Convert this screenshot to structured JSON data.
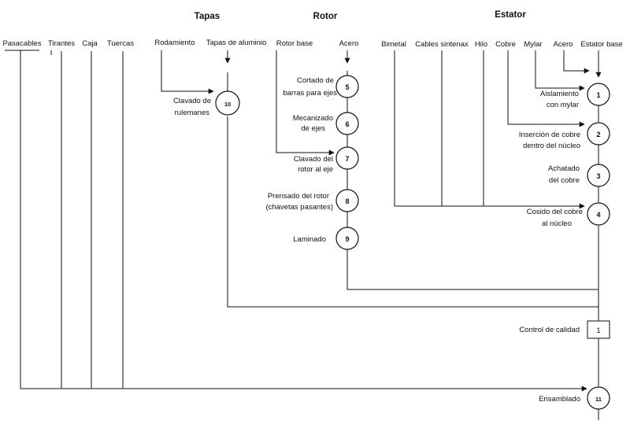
{
  "groups": {
    "tapas": "Tapas",
    "rotor": "Rotor",
    "estator": "Estator"
  },
  "materials": {
    "pasacables": "Pasacables",
    "tirantes": "Tirantes",
    "caja": "Caja",
    "tuercas": "Tuercas",
    "rodamiento": "Rodamiento",
    "tapas_aluminio": "Tapas de aluminio",
    "rotor_base": "Rotor base",
    "acero_rotor": "Acero",
    "bimetal": "Bimetal",
    "cables_sintenax": "Cables sintenax",
    "hilo": "Hilo",
    "cobre": "Cobre",
    "mylar": "Mylar",
    "acero_estator": "Acero",
    "estator_base": "Estator base"
  },
  "operations": {
    "op1": {
      "num": "1",
      "line1": "Aislamiento",
      "line2": "con mylar"
    },
    "op2": {
      "num": "2",
      "line1": "Inserción de cobre",
      "line2": "dentro del núcleo"
    },
    "op3": {
      "num": "3",
      "line1": "Achatado",
      "line2": "del cobre"
    },
    "op4": {
      "num": "4",
      "line1": "Cosido del cobre",
      "line2": "al núcleo"
    },
    "op5": {
      "num": "5",
      "line1": "Cortado de",
      "line2": "barras para ejes"
    },
    "op6": {
      "num": "6",
      "line1": "Mecanizado",
      "line2": "de ejes"
    },
    "op7": {
      "num": "7",
      "line1": "Clavado del",
      "line2": "rotor al eje"
    },
    "op8": {
      "num": "8",
      "line1": "Prensado del rotor",
      "line2": "(chavetas pasantes)"
    },
    "op9": {
      "num": "9",
      "line1": "Laminado"
    },
    "op10": {
      "num": "10",
      "line1": "Clavado de",
      "line2": "rulemanes"
    },
    "op11": {
      "num": "11",
      "line1": "Ensamblado"
    }
  },
  "inspection": {
    "num": "1",
    "label": "Control de calidad"
  }
}
